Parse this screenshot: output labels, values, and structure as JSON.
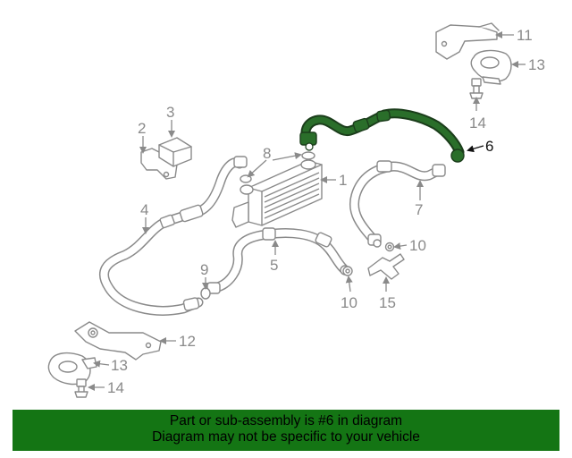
{
  "callouts": {
    "c1": "1",
    "c2": "2",
    "c3": "3",
    "c4": "4",
    "c5": "5",
    "c6": "6",
    "c7": "7",
    "c8": "8",
    "c9": "9",
    "c10a": "10",
    "c10b": "10",
    "c11": "11",
    "c12": "12",
    "c13a": "13",
    "c13b": "13",
    "c14a": "14",
    "c14b": "14",
    "c15": "15"
  },
  "highlight_color": "#2a6e2a",
  "banner": {
    "line1": "Part or sub-assembly is #6 in diagram",
    "line2": "Diagram may not be specific to your vehicle",
    "background": "#147514"
  }
}
